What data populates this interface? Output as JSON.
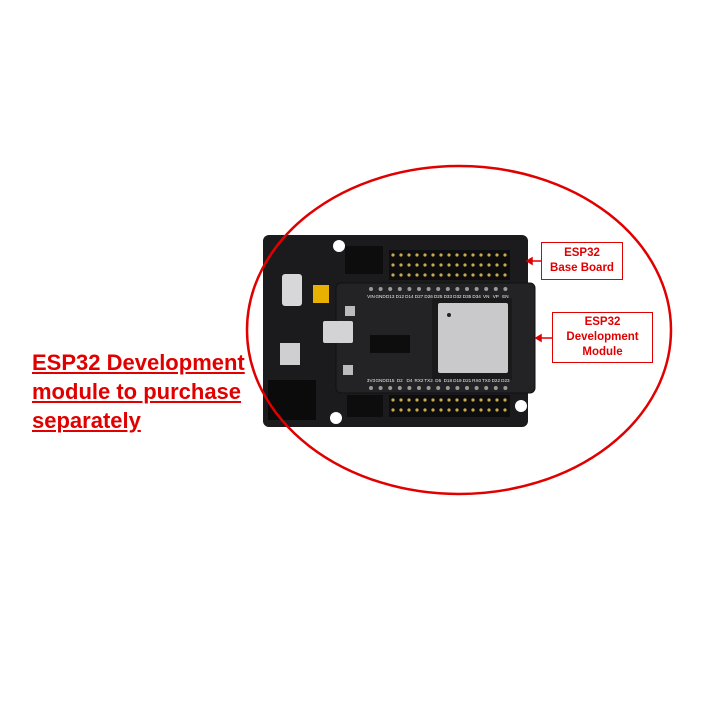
{
  "caption": {
    "lines": [
      "ESP32 Development",
      "module  to purchase",
      "separately"
    ]
  },
  "labels": {
    "base_board": [
      "ESP32",
      "Base Board"
    ],
    "dev_module": [
      "ESP32",
      "Development",
      "Module"
    ]
  },
  "module_pins": {
    "top": [
      "VIN",
      "GND",
      "D13",
      "D12",
      "D14",
      "D27",
      "D26",
      "D25",
      "D33",
      "D32",
      "D35",
      "D34",
      "VN",
      "VP",
      "EN"
    ],
    "bottom": [
      "3V3",
      "GND",
      "D15",
      "D2",
      "D4",
      "RX2",
      "TX2",
      "D5",
      "D18",
      "D19",
      "D21",
      "RX0",
      "TX0",
      "D22",
      "D23"
    ]
  },
  "colors": {
    "accent": "#e00000",
    "board": "#1b1b1d",
    "shield": "#c9c9cb"
  }
}
